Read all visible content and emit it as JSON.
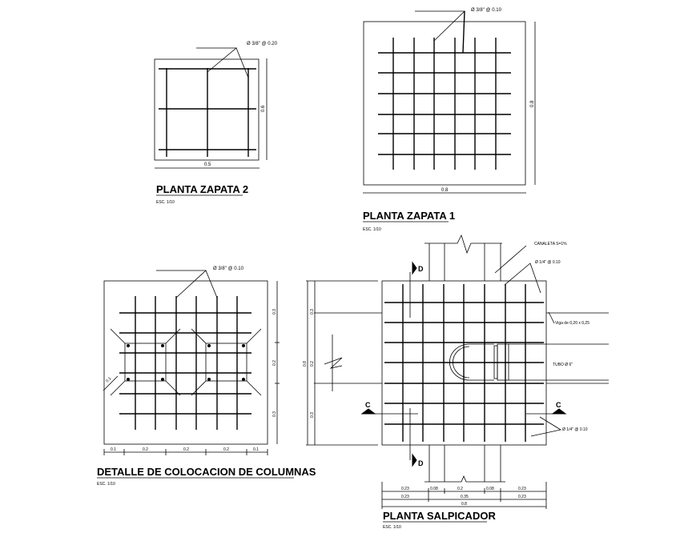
{
  "zapata2": {
    "title": "PLANTA ZAPATA 2",
    "scale": "ESC. 1/10",
    "rebar": "Ø 3/8\" @ 0.20",
    "dim_w": "0.5",
    "dim_h": "0.6"
  },
  "zapata1": {
    "title": "PLANTA ZAPATA 1",
    "scale": "ESC. 1/10",
    "rebar": "Ø 3/8\" @ 0.10",
    "dim_w": "0.8",
    "dim_h": "0.8"
  },
  "detalle": {
    "title": "DETALLE DE COLOCACION DE COLUMNAS",
    "scale": "ESC. 1/10",
    "rebar": "Ø 3/8\" @ 0.10",
    "dims_v": [
      "0.3",
      "0.2",
      "0.3"
    ],
    "dims_h": [
      "0.1",
      "0.2",
      "0.2",
      "0.2",
      "0.1"
    ],
    "diag": "0.1"
  },
  "salpicador": {
    "title": "PLANTA SALPICADOR",
    "scale": "ESC. 1/10",
    "canaleta": "CANALETA S=1%",
    "rebar_top": "Ø 1/4\" @ 0.10",
    "rebar_bottom": "Ø 1/4\" @ 0.10",
    "viga": "Viga de 0,20 x 0,25",
    "tubo": "TUBO Ø 6\"",
    "section_c": "C",
    "section_d": "D",
    "dims_v": [
      "0.3",
      "0.2",
      "0.3"
    ],
    "dim_total_v": "0.8",
    "dims_row1": [
      "0.23",
      "0.08",
      "0.2",
      "0.08",
      "0.23"
    ],
    "dims_row2": [
      "0.23",
      "0.35",
      "0.23"
    ],
    "dim_total_h": "0.8"
  }
}
